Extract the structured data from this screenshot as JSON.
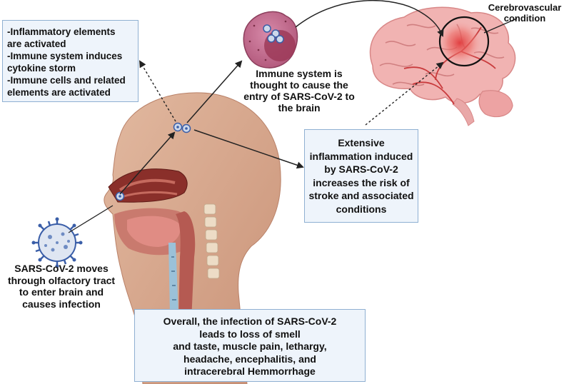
{
  "effects_box": {
    "lines": [
      "-Inflammatory elements",
      "are activated",
      "-Immune system induces",
      "cytokine storm",
      "-Immune cells and related",
      "elements are activated"
    ]
  },
  "immune_caption": {
    "lines": [
      "Immune system is",
      "thought to cause the",
      "entry of SARS-CoV-2 to",
      "the brain"
    ]
  },
  "cerebro_label": {
    "lines": [
      "Cerebrovascular",
      "condition"
    ]
  },
  "inflammation_box": {
    "lines": [
      "Extensive",
      "inflammation induced",
      "by SARS-CoV-2",
      "increases the risk of",
      "stroke and associated",
      "conditions"
    ]
  },
  "entry_caption": {
    "lines": [
      "SARS-CoV-2 moves",
      "through olfactory tract",
      "to enter brain and",
      "causes infection"
    ]
  },
  "summary_box": {
    "lines": [
      "Overall, the infection of SARS-CoV-2",
      "leads to loss of smell",
      "and taste, muscle pain, lethargy,",
      "headache, encephalitis, and",
      "intracerebral Hemmorrhage"
    ]
  },
  "colors": {
    "box_fill": "#eef4fb",
    "box_border": "#8fb0d2",
    "skin": "#d9ad93",
    "brain": "#f1b3b2",
    "virus": "#3a5ea8",
    "cell": "#b45b7e",
    "lesion": "#e0393b"
  },
  "icons": [
    "virus-icon",
    "infected-cell-icon",
    "brain-icon",
    "head-cross-section-icon"
  ]
}
